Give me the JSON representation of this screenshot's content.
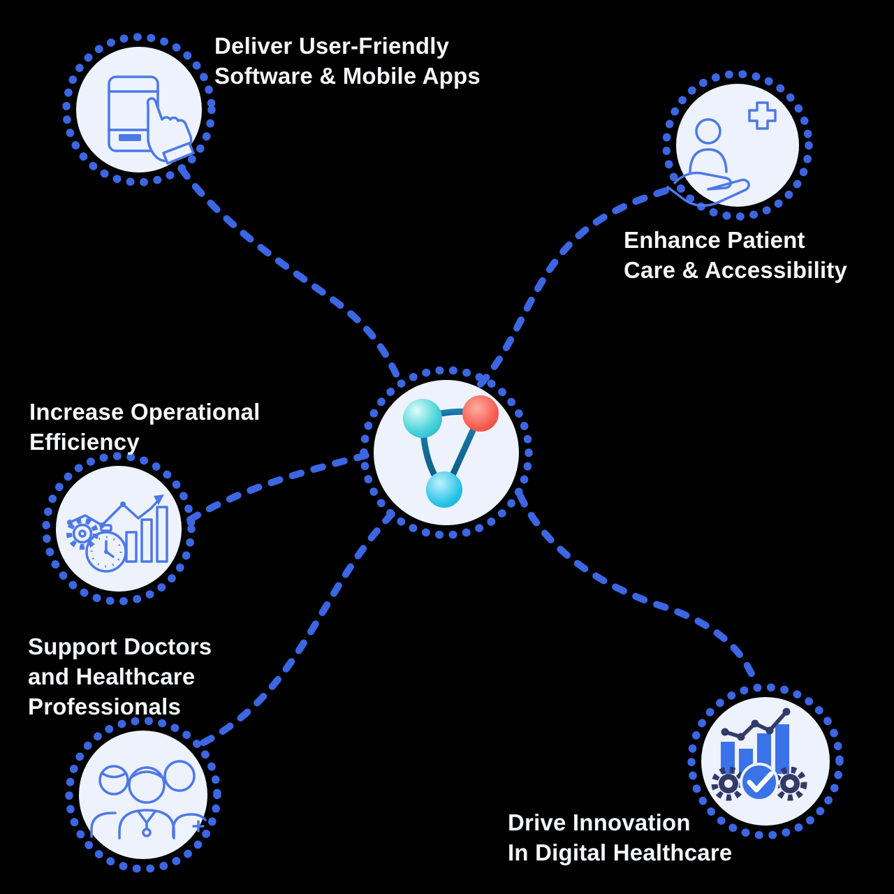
{
  "colors": {
    "dot-blue": "#3c66e2",
    "line-blue": "#3c66e2",
    "circle-fill": "#edf2fc",
    "icon-stroke": "#4d79e6",
    "label-text": "#f4f6f9",
    "fill-blue": "#3a72e8",
    "nav-dark": "#333a66",
    "logo-teal": "#2cc5d8",
    "logo-red": "#f0564c",
    "logo-cyan": "#14b7e0"
  },
  "center": {
    "icon": "molecule-logo-icon"
  },
  "nodes": [
    {
      "id": "software",
      "icon": "mobile-touch-icon",
      "lines": [
        "Deliver User-Friendly",
        "Software & Mobile Apps"
      ]
    },
    {
      "id": "patient-care",
      "icon": "care-hand-icon",
      "lines": [
        "Enhance Patient",
        "Care & Accessibility"
      ]
    },
    {
      "id": "efficiency",
      "icon": "efficiency-metrics-icon",
      "lines": [
        "Increase Operational",
        "Efficiency"
      ]
    },
    {
      "id": "doctors",
      "icon": "doctors-team-icon",
      "lines": [
        "Support Doctors",
        "and Healthcare",
        "Professionals"
      ]
    },
    {
      "id": "innovation",
      "icon": "innovation-analytics-icon",
      "lines": [
        "Drive Innovation",
        "In Digital Healthcare"
      ]
    }
  ]
}
